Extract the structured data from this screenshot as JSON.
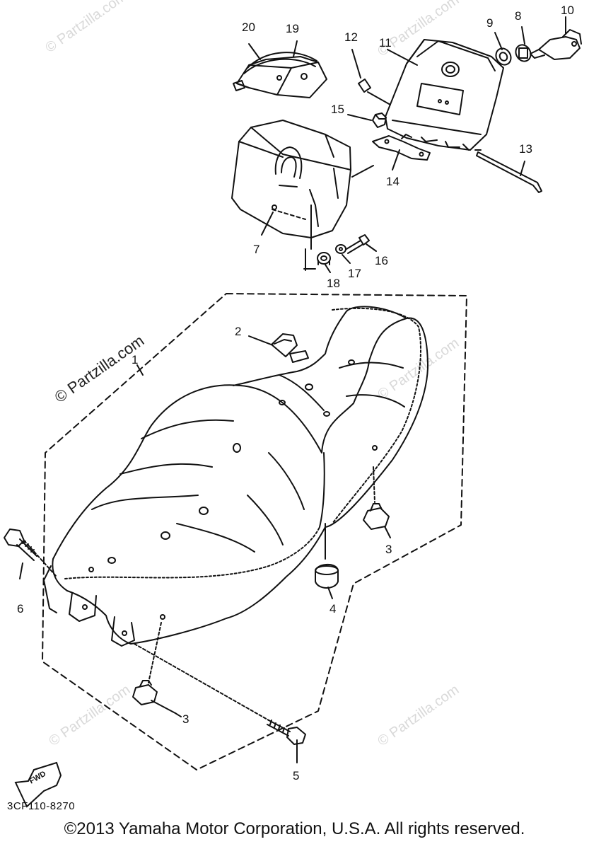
{
  "diagram": {
    "callouts": [
      {
        "id": "c20",
        "label": "20"
      },
      {
        "id": "c19",
        "label": "19"
      },
      {
        "id": "c12",
        "label": "12"
      },
      {
        "id": "c11",
        "label": "11"
      },
      {
        "id": "c9",
        "label": "9"
      },
      {
        "id": "c8",
        "label": "8"
      },
      {
        "id": "c10",
        "label": "10"
      },
      {
        "id": "c15",
        "label": "15"
      },
      {
        "id": "c14",
        "label": "14"
      },
      {
        "id": "c13",
        "label": "13"
      },
      {
        "id": "c7",
        "label": "7"
      },
      {
        "id": "c16",
        "label": "16"
      },
      {
        "id": "c17",
        "label": "17"
      },
      {
        "id": "c18",
        "label": "18"
      },
      {
        "id": "c2",
        "label": "2"
      },
      {
        "id": "c1",
        "label": "1"
      },
      {
        "id": "c3a",
        "label": "3"
      },
      {
        "id": "c4",
        "label": "4"
      },
      {
        "id": "c6",
        "label": "6"
      },
      {
        "id": "c3b",
        "label": "3"
      },
      {
        "id": "c5",
        "label": "5"
      }
    ],
    "fwd_label": "FWD",
    "watermark_main": "© Partzilla.com",
    "watermark_faint": "© Partzilla.com",
    "code": "3CF110-8270",
    "copyright": "©2013  Yamaha Motor Corporation, U.S.A. All rights reserved."
  }
}
